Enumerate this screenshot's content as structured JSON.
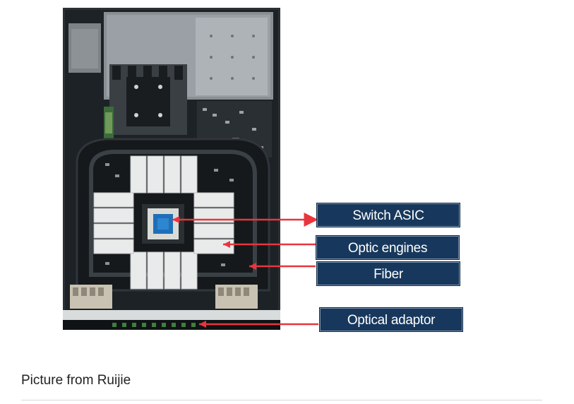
{
  "figure": {
    "callouts": [
      {
        "id": "switch-asic",
        "label": "Switch ASIC"
      },
      {
        "id": "optic-engines",
        "label": "Optic engines"
      },
      {
        "id": "fiber",
        "label": "Fiber"
      },
      {
        "id": "optical-adaptor",
        "label": "Optical adaptor"
      }
    ],
    "colors": {
      "label_bg": "#17385c",
      "label_text": "#ffffff",
      "arrow": "#e8353d",
      "board_dark": "#1f2428",
      "heatsink": "#e9ebea",
      "asic": "#1f6fb8"
    }
  },
  "caption": "Picture from Ruijie"
}
